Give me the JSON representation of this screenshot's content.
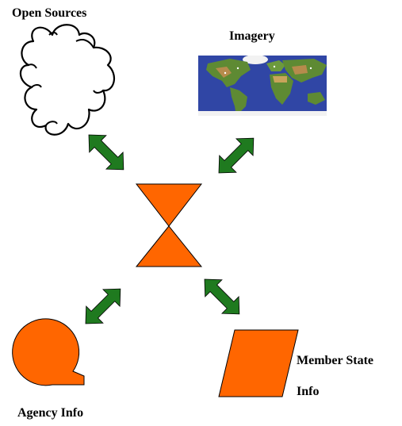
{
  "labels": {
    "open_sources": "Open Sources",
    "imagery": "Imagery",
    "agency_info": "Agency Info",
    "member_state_line1": "Member State",
    "member_state_line2": "Info"
  },
  "colors": {
    "shape_fill": "#FF6600",
    "arrow_fill": "#1F7A1F",
    "ocean": "#2A3E9C",
    "land": "#5E8A33",
    "ice": "#F2F2F2",
    "outline": "#000000"
  },
  "icons": {
    "cloud": "cloud-icon",
    "world_map": "world-map-icon",
    "hourglass": "hourglass-icon",
    "agency_shape": "circle-tail-icon",
    "member_state_shape": "parallelogram-icon",
    "arrows": "double-arrow-icon"
  }
}
